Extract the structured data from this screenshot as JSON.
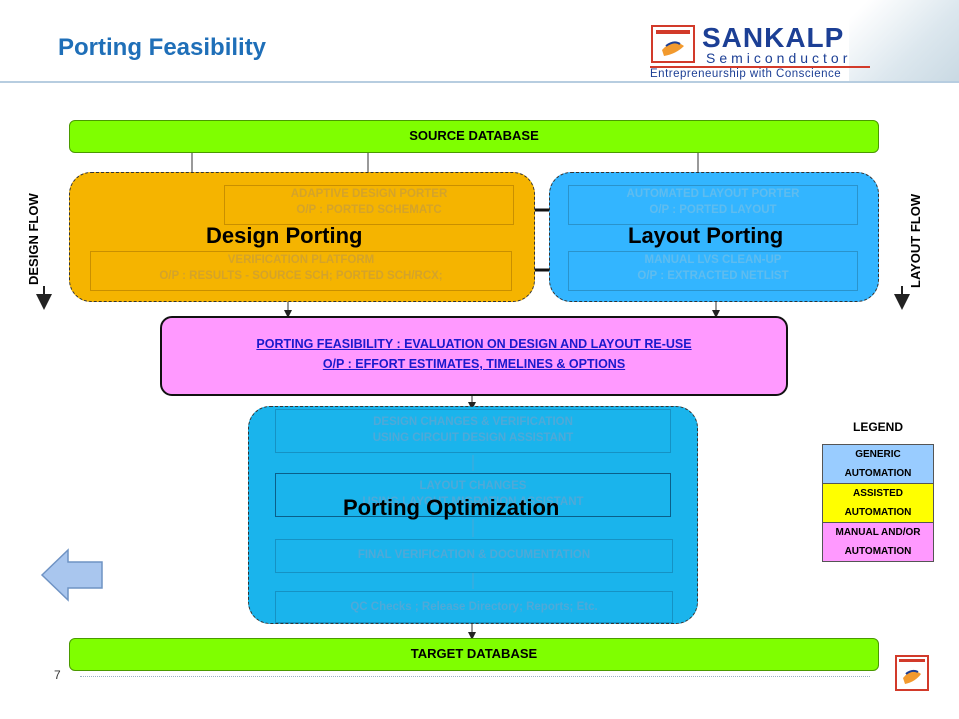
{
  "title": "Porting Feasibility",
  "logo": {
    "name": "SANKALP",
    "sub": "Semiconductor",
    "tagline": "Entrepreneurship with Conscience"
  },
  "bands": {
    "source": "SOURCE DATABASE",
    "target": "TARGET DATABASE"
  },
  "flows": {
    "design": "DESIGN FLOW",
    "layout": "LAYOUT FLOW"
  },
  "design_porting": {
    "title": "Design Porting",
    "box1": [
      "ADAPTIVE  DESIGN  PORTER",
      "O/P : PORTED  SCHEMATC"
    ],
    "box2": [
      "VERIFICATION  PLATFORM",
      "O/P : RESULTS - SOURCE  SCH;  PORTED  SCH/RCX;"
    ]
  },
  "layout_porting": {
    "title": "Layout Porting",
    "box1": [
      "AUTOMATED  LAYOUT  PORTER",
      "O/P : PORTED  LAYOUT"
    ],
    "box2": [
      "MANUAL  LVS CLEAN-UP",
      "O/P : EXTRACTED  NETLIST"
    ]
  },
  "feasibility": [
    "PORTING  FEASIBILITY  : EVALUATION  ON  DESIGN  AND  LAYOUT  RE-USE",
    "O/P : EFFORT  ESTIMATES,  TIMELINES  &  OPTIONS"
  ],
  "optimization": {
    "title": "Porting Optimization",
    "steps": [
      [
        "DESIGN  CHANGES  &  VERIFICATION",
        "USING  CIRCUIT  DESIGN  ASSISTANT"
      ],
      [
        "LAYOUT  CHANGES",
        "USING  LAYOUT  MIGRATION  ASSISTANT"
      ],
      [
        "FINAL  VERIFICATION  &  DOCUMENTATION"
      ],
      [
        "QC Checks ; Release Directory; Reports; Etc."
      ]
    ]
  },
  "legend": {
    "title": "LEGEND",
    "items": [
      {
        "label": [
          "GENERIC",
          "AUTOMATION"
        ],
        "color": "#99ccff"
      },
      {
        "label": [
          "ASSISTED",
          "AUTOMATION"
        ],
        "color": "#ffff00"
      },
      {
        "label": [
          "MANUAL AND/OR",
          "AUTOMATION"
        ],
        "color": "#ff99ff"
      }
    ]
  },
  "colors": {
    "title": "#1f6fb8",
    "band": "#7fff00",
    "design_panel": "#f5b400",
    "layout_panel": "#33b5ff",
    "feasibility": "#ff99ff",
    "optimization_panel": "#1ab4ec"
  },
  "nav": {
    "back_icon": "back-arrow-icon"
  },
  "page_number": "7"
}
